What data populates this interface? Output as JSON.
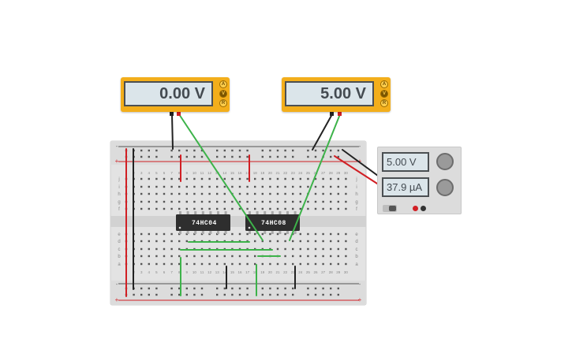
{
  "meter_left": {
    "reading": "0.00 V",
    "mode_icons": [
      "A",
      "V",
      "R"
    ]
  },
  "meter_right": {
    "reading": "5.00 V",
    "mode_icons": [
      "A",
      "V",
      "R"
    ]
  },
  "power_supply": {
    "voltage": "5.00 V",
    "current": "37.9 µA",
    "labels": [
      "+",
      "-"
    ]
  },
  "chips": [
    {
      "label": "74HC04"
    },
    {
      "label": "74HC08"
    }
  ],
  "breadboard": {
    "rail_sign_plus": "+",
    "rail_sign_minus": "-",
    "row_letters_top": [
      "j",
      "i",
      "h",
      "g",
      "f"
    ],
    "row_letters_bottom": [
      "e",
      "d",
      "c",
      "b",
      "a"
    ],
    "column_numbers": [
      "1",
      "2",
      "3",
      "4",
      "5",
      "6",
      "7",
      "8",
      "9",
      "10",
      "11",
      "12",
      "13",
      "14",
      "15",
      "16",
      "17",
      "18",
      "19",
      "20",
      "21",
      "22",
      "23",
      "24",
      "25",
      "26",
      "27",
      "28",
      "29",
      "30"
    ]
  },
  "colors": {
    "probe_red": "#d11f24",
    "probe_black": "#222222",
    "wire_green": "#3db34a",
    "meter_case": "#f3ae1b",
    "chip_body": "#2e2e2e"
  }
}
